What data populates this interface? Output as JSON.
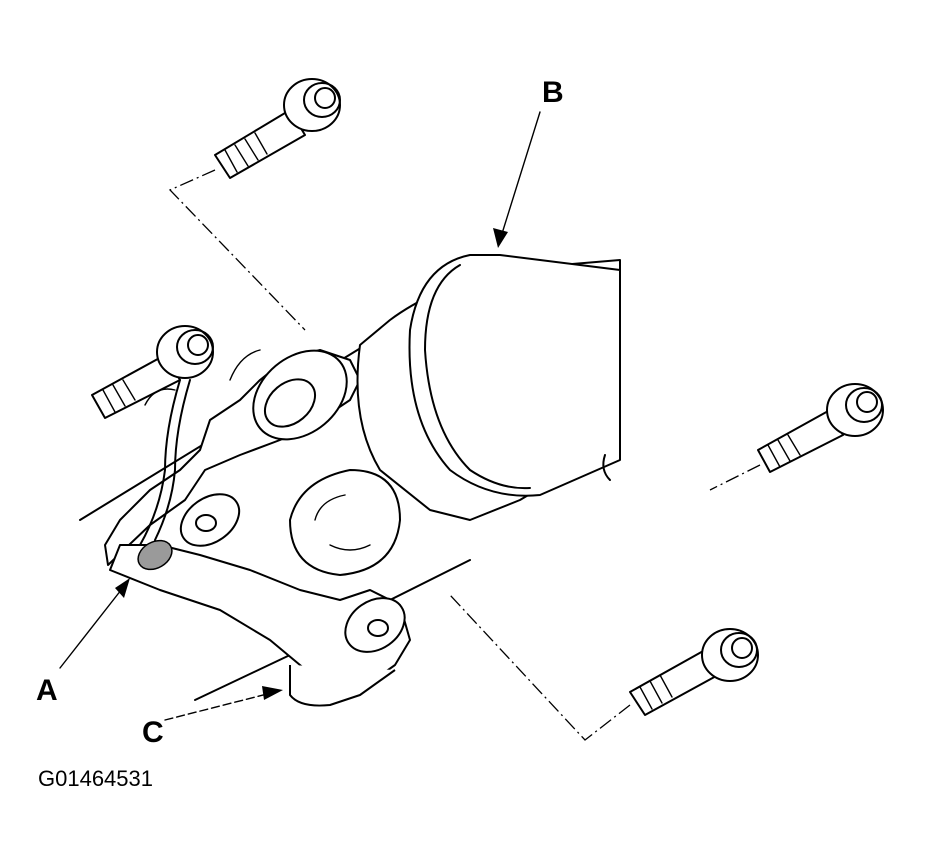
{
  "callouts": {
    "a": "A",
    "b": "B",
    "c": "C"
  },
  "figure_id": "G01464531"
}
